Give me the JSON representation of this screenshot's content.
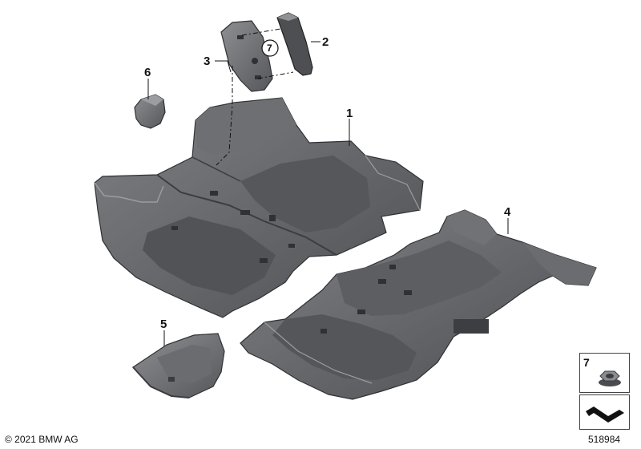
{
  "callouts": {
    "c1": "1",
    "c2": "2",
    "c3": "3",
    "c4": "4",
    "c5": "5",
    "c6": "6",
    "c7_circle": "7"
  },
  "legend": {
    "part_number": "7",
    "part_icon": "hex-nut-icon",
    "mounting_icon": "mounting-diagram-icon"
  },
  "footer": {
    "copyright": "© 2021 BMW AG",
    "diagram_id": "518984"
  },
  "colors": {
    "part_fill": "#5d5f62",
    "part_dark": "#3c3e41",
    "part_light": "#8b8d90",
    "line": "#111111"
  }
}
